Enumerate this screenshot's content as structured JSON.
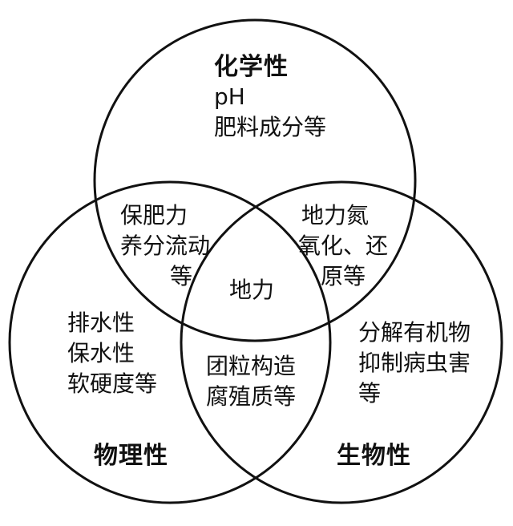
{
  "circles": [
    {
      "name": "chemical",
      "title": "化学性",
      "lines": [
        "pH",
        "肥料成分等"
      ]
    },
    {
      "name": "physical",
      "title": "物理性",
      "lines": [
        "排水性",
        "保水性",
        "软硬度等"
      ]
    },
    {
      "name": "biological",
      "title": "生物性",
      "lines": [
        "分解有机物",
        "抑制病虫害",
        "等"
      ]
    }
  ],
  "overlaps": {
    "chemical_physical": [
      "保肥力",
      "养分流动",
      "等"
    ],
    "chemical_biological": [
      "地力氮",
      "氧化、还",
      "原等"
    ],
    "physical_biological": [
      "团粒构造",
      "腐殖质等"
    ],
    "all_three": "地力"
  },
  "colors": {
    "stroke": "#111111",
    "background": "#ffffff"
  }
}
